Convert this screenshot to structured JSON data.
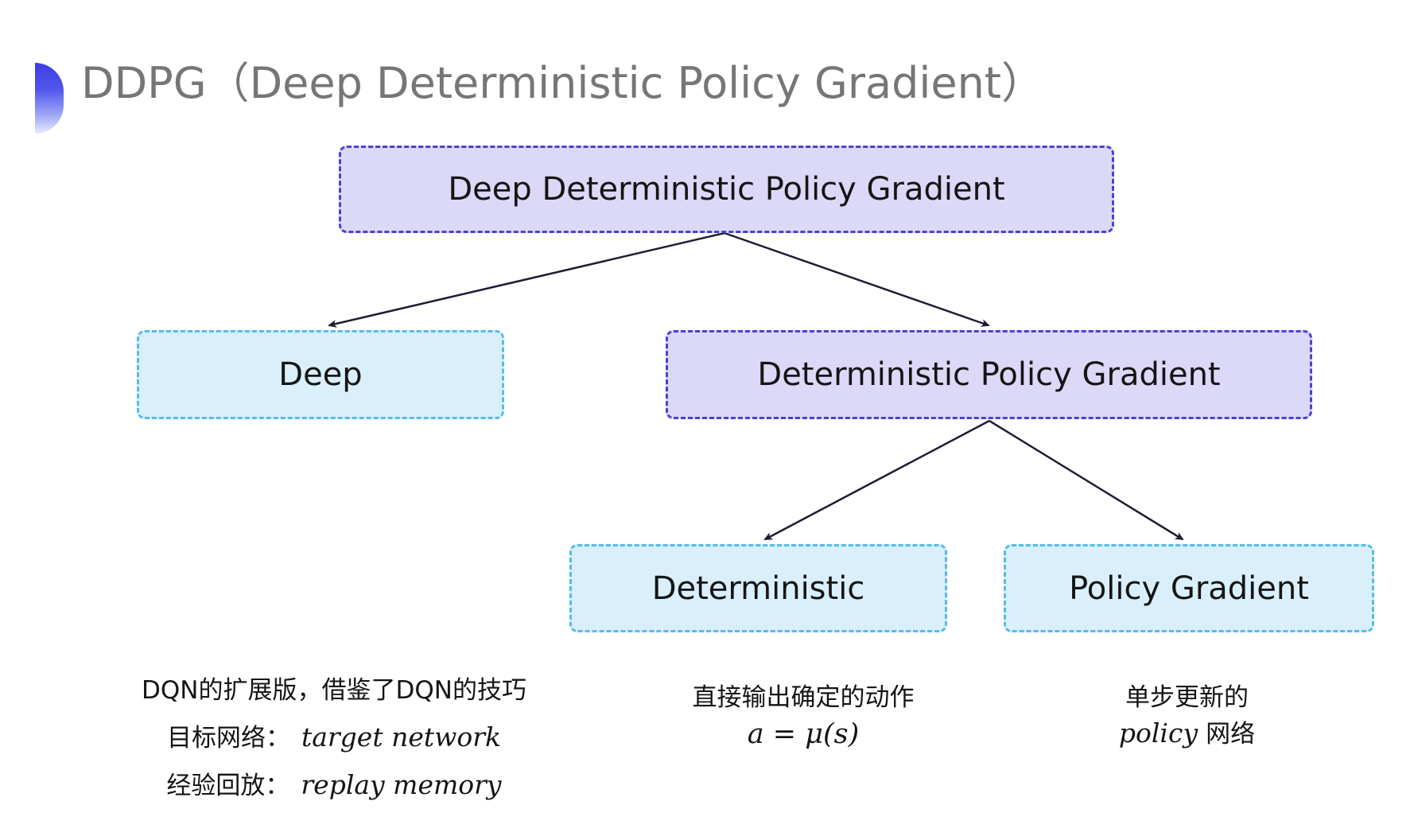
{
  "title": {
    "text": "DDPG（Deep Deterministic Policy Gradient）"
  },
  "tree": {
    "root": {
      "label": "Deep Deterministic Policy Gradient",
      "variant": "purple"
    },
    "level1": [
      {
        "label": "Deep",
        "variant": "cyan"
      },
      {
        "label": "Deterministic Policy Gradient",
        "variant": "purple"
      }
    ],
    "level2": [
      {
        "label": "Deterministic",
        "variant": "cyan"
      },
      {
        "label": "Policy Gradient",
        "variant": "cyan"
      }
    ]
  },
  "notes": {
    "deep": {
      "line1": "DQN的扩展版，借鉴了DQN的技巧",
      "line2_zh": "目标网络：",
      "line2_en": "target network",
      "line3_zh": "经验回放：",
      "line3_en": "replay memory"
    },
    "deterministic": {
      "line1": "直接输出确定的动作",
      "formula": "a = μ(s)"
    },
    "policy_gradient": {
      "line1": "单步更新的",
      "line2_en": "policy",
      "line2_zh": "网络"
    }
  },
  "colors": {
    "purple_fill": "#dcd8f7",
    "purple_border": "#4842d1",
    "cyan_fill": "#d9f0fc",
    "cyan_border": "#57bce9",
    "arrow_color": "#1d1d33",
    "title_color": "#767676",
    "text_color": "#151515",
    "page_bg": "#ffffff"
  }
}
